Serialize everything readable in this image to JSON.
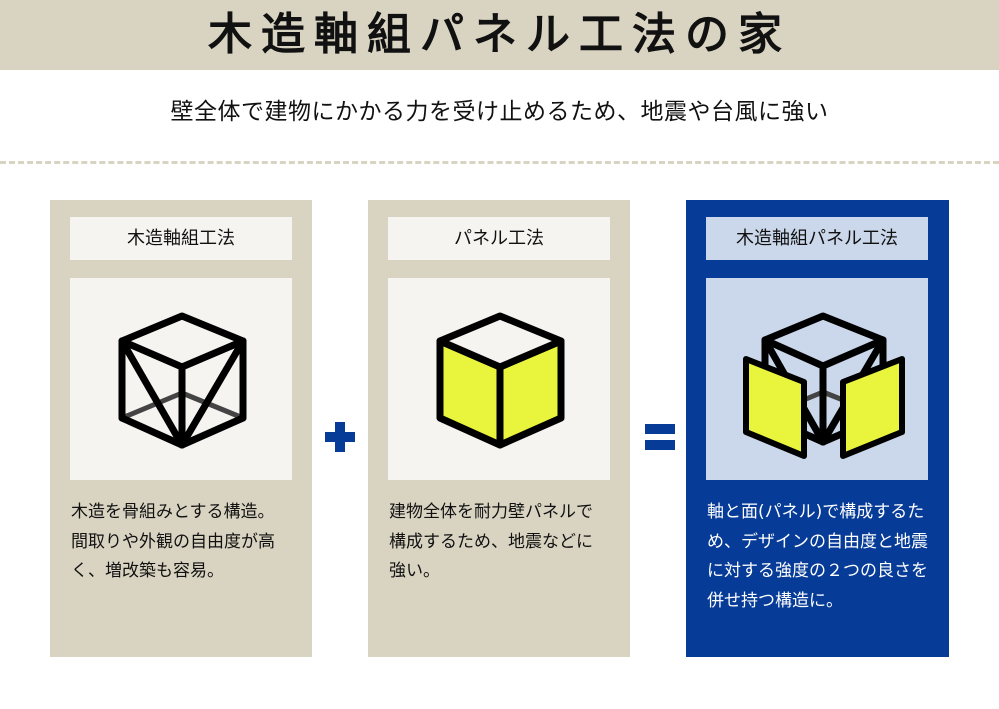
{
  "header": {
    "title": "木造軸組パネル工法の家",
    "subtitle": "壁全体で建物にかかる力を受け止めるため、地震や台風に強い"
  },
  "colors": {
    "band": "#d9d4c2",
    "accent_blue": "#063b97",
    "panel_yellow": "#e8f53c",
    "light_blue": "#cbd7ea"
  },
  "cards": [
    {
      "title": "木造軸組工法",
      "icon": "braced-frame-cube-icon",
      "description": "木造を骨組みとする構造。間取りや外観の自由度が高く、増改築も容易。"
    },
    {
      "title": "パネル工法",
      "icon": "panel-cube-icon",
      "description": "建物全体を耐力壁パネルで構成するため、地震などに強い。"
    },
    {
      "title": "木造軸組パネル工法",
      "icon": "frame-with-panels-cube-icon",
      "description": "軸と面(パネル)で構成するため、デザインの自由度と地震に対する強度の２つの良さを併せ持つ構造に。"
    }
  ],
  "operators": {
    "plus": "plus-icon",
    "equals": "equals-icon"
  }
}
